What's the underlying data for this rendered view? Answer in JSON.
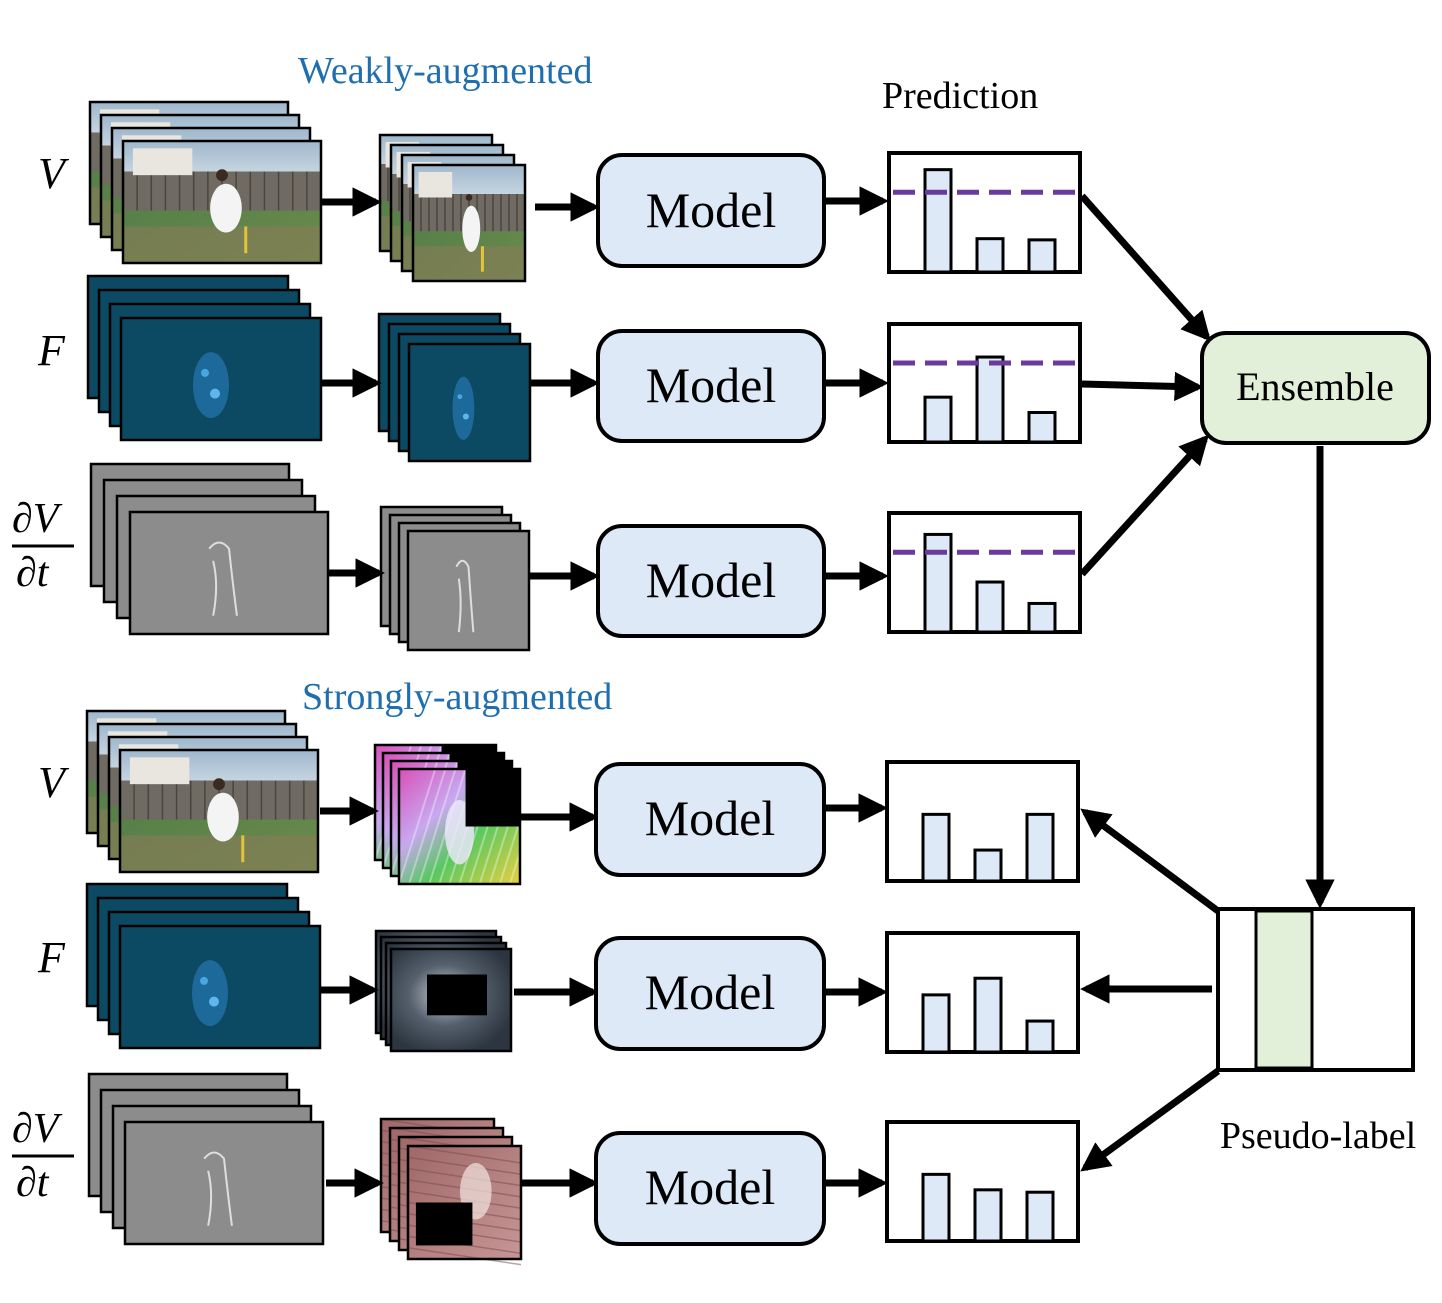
{
  "headings": {
    "weak": "Weakly-augmented",
    "strong": "Strongly-augmented",
    "prediction": "Prediction"
  },
  "nodes": {
    "model_label": "Model",
    "ensemble_label": "Ensemble",
    "pseudo_label": "Pseudo-label"
  },
  "modalities": {
    "video": "V",
    "flow": "F",
    "diff_num": "∂V",
    "diff_den": "∂t"
  },
  "colors": {
    "heading_blue": "#1f6fb0",
    "box_fill": "#dde9f6",
    "ensemble_fill": "#e2efd9",
    "threshold": "#6a3a9c",
    "bar_fill": "#dde9f6",
    "flow_bg": "#0c4a63",
    "diff_bg": "#8c8c8c"
  },
  "predictions": {
    "weak_v": [
      0.86,
      0.28,
      0.27
    ],
    "weak_f": [
      0.38,
      0.72,
      0.25
    ],
    "weak_d": [
      0.82,
      0.42,
      0.24
    ],
    "strong_v": [
      0.56,
      0.26,
      0.56
    ],
    "strong_f": [
      0.48,
      0.62,
      0.26
    ],
    "strong_d": [
      0.56,
      0.43,
      0.41
    ],
    "threshold": 0.67
  }
}
